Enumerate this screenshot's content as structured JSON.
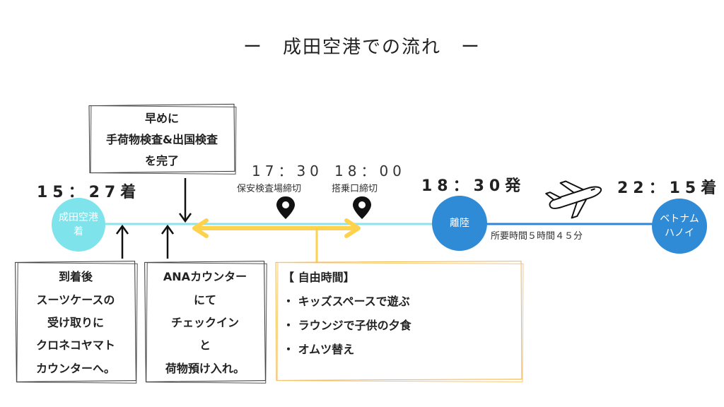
{
  "title": "ー　成田空港での流れ　ー",
  "arrival_time": "15：27着",
  "narita_circle": [
    "成田空港",
    "着"
  ],
  "security_time": "17：30",
  "security_label": "保安検査場締切",
  "boarding_time": "18：00",
  "boarding_label": "搭乗口締切",
  "departure_time": "18：30発",
  "departure_circle": "離陸",
  "flight_duration": "所要時間５時間４５分",
  "hanoi_time": "22：15着",
  "hanoi_circle": [
    "ベトナム",
    "ハノイ"
  ],
  "early_box": [
    "早めに",
    "手荷物検査&出国検査",
    "を完了"
  ],
  "luggage_box": [
    "到着後",
    "スーツケースの",
    "受け取りに",
    "クロネコヤマト",
    "カウンターへ。"
  ],
  "ana_box": [
    "ANAカウンター",
    "にて",
    "チェックイン",
    "と",
    "荷物預け入れ。"
  ],
  "free_time": {
    "header": "【 自由時間】",
    "items": [
      "・ キッズスペースで遊ぶ",
      "・ ラウンジで子供の夕食",
      "・ オムツ替え"
    ]
  },
  "colors": {
    "light_line": "#8de3ea",
    "blue_line": "#2f86d4",
    "narita_circle": "#7fe3ec",
    "blue_circle": "#2f8bd6",
    "arrow_yellow": "#ffd24d",
    "orange_box": "#f2b44d"
  },
  "icons": [
    "map-pin-icon",
    "airplane-icon"
  ]
}
